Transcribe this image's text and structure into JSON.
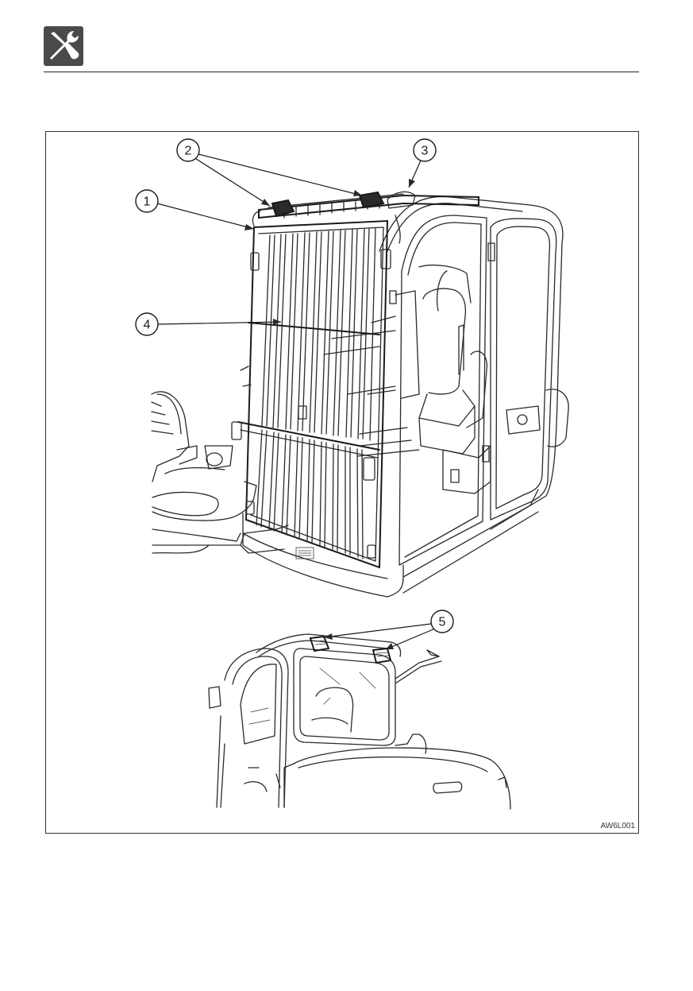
{
  "header": {
    "icon": "wrench-screwdriver-icon"
  },
  "figure": {
    "code": "AW6L001",
    "callouts": [
      {
        "number": "1"
      },
      {
        "number": "2"
      },
      {
        "number": "3"
      },
      {
        "number": "4"
      },
      {
        "number": "5"
      }
    ]
  }
}
